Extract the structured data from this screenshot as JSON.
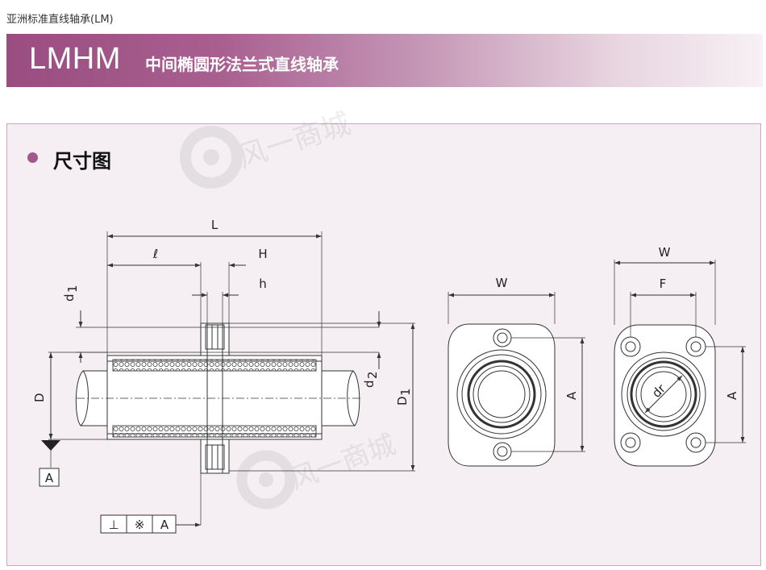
{
  "breadcrumb": "亚洲标准直线轴承(LM)",
  "header": {
    "model_code": "LMHM",
    "product_name": "中间椭圆形法兰式直线轴承"
  },
  "section": {
    "title": "尺寸图"
  },
  "dimensions": {
    "L": "L",
    "l": "ℓ",
    "H": "H",
    "h": "h",
    "d1": "d",
    "d1_sub": "1",
    "d2": "d",
    "d2_sub": "2",
    "D": "D",
    "D1": "D",
    "D1_sub": "1",
    "W": "W",
    "A": "A",
    "F": "F",
    "dr": "dr"
  },
  "datum": {
    "label": "A",
    "perpendicular_symbol": "⊥",
    "tolerance_symbol": "※",
    "reference": "A"
  },
  "colors": {
    "accent": "#a3588a",
    "panel_bg": "#f5eff3",
    "line": "#333333"
  }
}
